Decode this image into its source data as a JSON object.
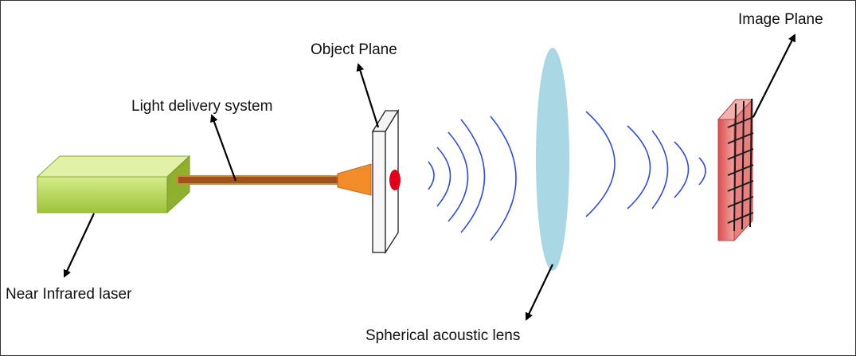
{
  "labels": {
    "laser": "Near Infrared laser",
    "delivery": "Light delivery system",
    "object_plane": "Object Plane",
    "lens": "Spherical acoustic lens",
    "image_plane": "Image Plane"
  },
  "colors": {
    "laser_front": "#b8d84a",
    "laser_top": "#dcef9a",
    "laser_side": "#8fb02e",
    "fiber": "#a0521d",
    "cone": "#f28c28",
    "target_spot": "#e0001a",
    "wave": "#2f4fd0",
    "lens": "#a9d7e3",
    "image_plane": "#e8807f",
    "grid": "#1a1a1a"
  }
}
